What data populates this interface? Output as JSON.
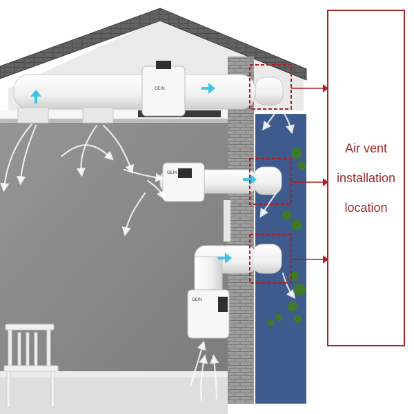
{
  "callout": {
    "lines": [
      "Air vent",
      "installation",
      "location"
    ]
  },
  "fan_brand": "OEIN",
  "colors": {
    "wall_gray": "#8a8a8a",
    "exterior_blue": "#3f5a8c",
    "roof_tile": "#5e5e5e",
    "brick": "#9a9a9a",
    "duct_white": "#f3f3f3",
    "arrow_cyan": "#3ec3e6",
    "marker_red": "#b01e1e",
    "callout_red": "#a02828",
    "foliage": "#3f7a2c"
  },
  "icons": {
    "arrow": "cyan-arrow-icon",
    "airflow": "curved-airflow-arrow-icon"
  }
}
